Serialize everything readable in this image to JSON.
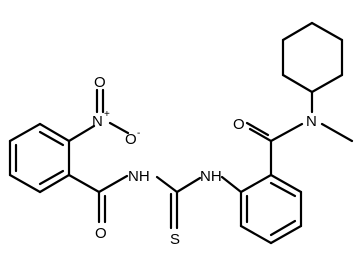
{
  "labels": {
    "nitro_n": "N",
    "nitro_plus": "+",
    "nitro_o_top": "O",
    "nitro_o_bottom": "O",
    "nitro_minus": "-",
    "amide_o_left": "O",
    "nh_left": "NH",
    "nh_right": "NH",
    "thio_s": "S",
    "amide_o_right": "O",
    "amide_n": "N"
  },
  "colors": {
    "line": "#000000",
    "background": "#ffffff"
  }
}
